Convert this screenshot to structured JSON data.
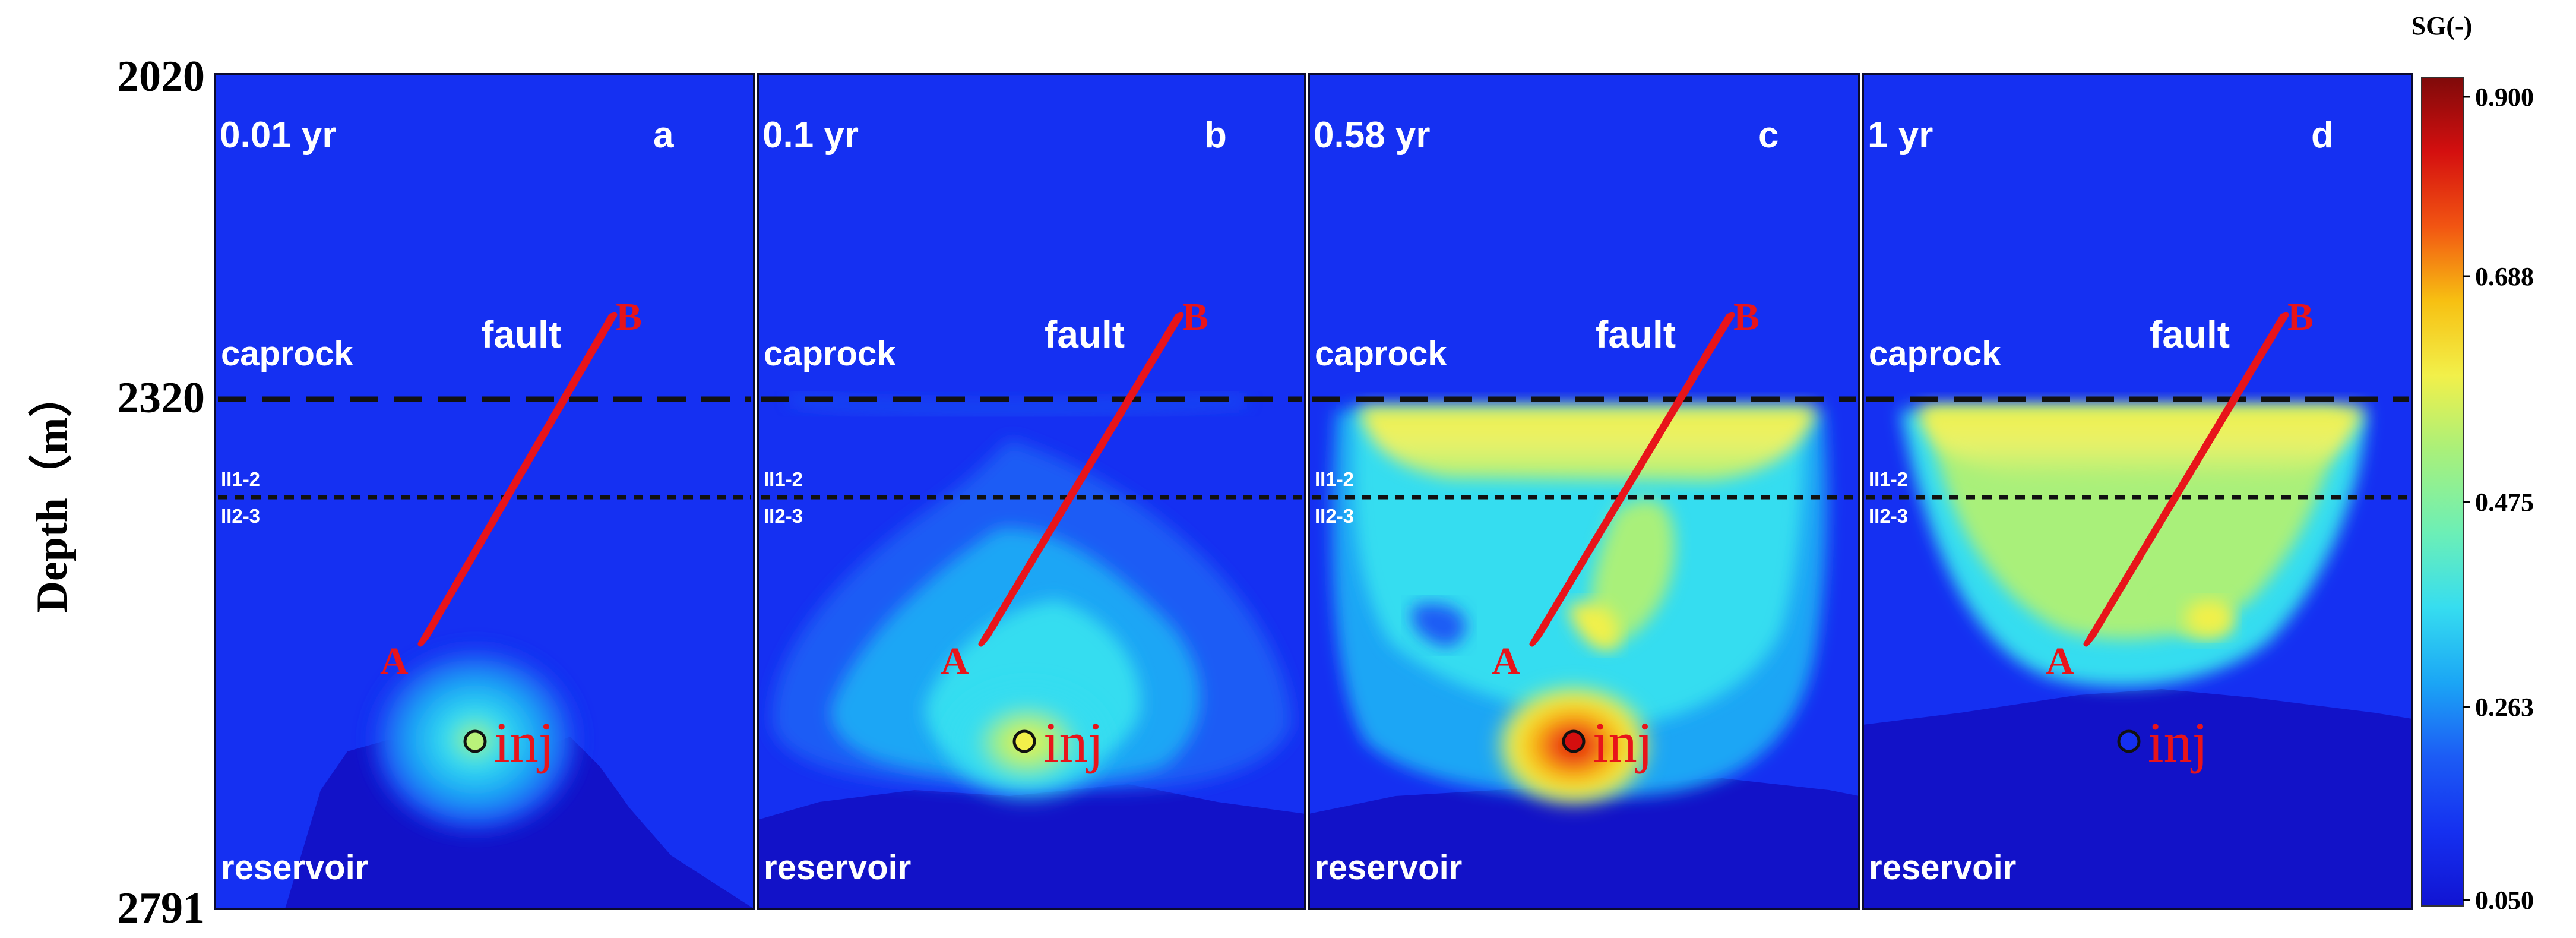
{
  "axis": {
    "ylabel": "Depth（m）",
    "ticks": [
      "2020",
      "2320",
      "2791"
    ]
  },
  "panels": [
    {
      "time": "0.01 yr",
      "letter": "a",
      "plume_level": 0.05
    },
    {
      "time": "0.1 yr",
      "letter": "b",
      "plume_level": 0.45
    },
    {
      "time": "0.58 yr",
      "letter": "c",
      "plume_level": 0.75
    },
    {
      "time": "1 yr",
      "letter": "d",
      "plume_level": 1.0
    }
  ],
  "labels": {
    "caprock": "caprock",
    "fault": "fault",
    "point_a": "A",
    "point_b": "B",
    "layer_upper": "II1-2",
    "layer_lower": "II2-3",
    "injection": "inj",
    "reservoir": "reservoir"
  },
  "colorbar": {
    "title": "SG(-)",
    "ticks": [
      "0.900",
      "0.688",
      "0.475",
      "0.263",
      "0.050"
    ],
    "stops": [
      "#7f0a0a",
      "#d40f0f",
      "#f25512",
      "#f7c012",
      "#f2f04a",
      "#a9f07a",
      "#6cefb6",
      "#36ddf0",
      "#1ba6f5",
      "#1c5cf5",
      "#1530f0",
      "#1114d2"
    ]
  },
  "colors": {
    "background_blue": "#1530f2",
    "deep_blue": "#1212c8",
    "fault_red": "#e8141a"
  }
}
